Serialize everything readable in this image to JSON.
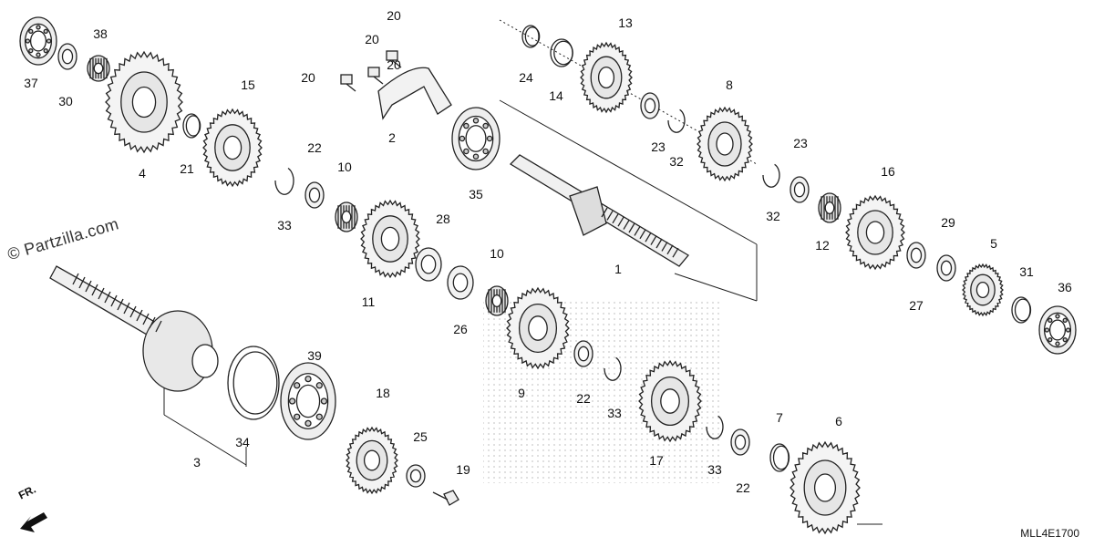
{
  "watermark": "© Partzilla.com",
  "diagram_code": "MLL4E1700",
  "direction_label": "FR.",
  "callouts": [
    "1",
    "2",
    "3",
    "4",
    "5",
    "6",
    "7",
    "8",
    "9",
    "10",
    "10",
    "11",
    "12",
    "13",
    "14",
    "15",
    "16",
    "17",
    "18",
    "19",
    "20",
    "20",
    "20",
    "20",
    "21",
    "22",
    "22",
    "22",
    "23",
    "23",
    "24",
    "25",
    "26",
    "27",
    "28",
    "29",
    "30",
    "31",
    "32",
    "32",
    "33",
    "33",
    "33",
    "34",
    "35",
    "36",
    "37",
    "38",
    "39"
  ]
}
